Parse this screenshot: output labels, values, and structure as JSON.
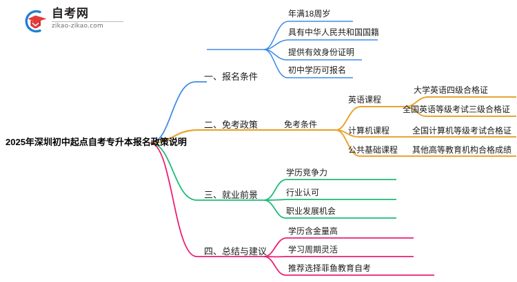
{
  "logo": {
    "name_cn": "自考网",
    "name_en": "zikao-zikao.com",
    "mark_icon": "graduation-cap-icon",
    "arc_color": "#1f7fd4",
    "cap_color": "#e23b3b"
  },
  "mindmap": {
    "root": {
      "label": "2025年深圳初中起点自考专升本报名政策说明"
    },
    "branches": [
      {
        "label": "一、报名条件",
        "color": "#3d8ce8",
        "children": [
          {
            "label": "年满18周岁"
          },
          {
            "label": "具有中华人民共和国国籍"
          },
          {
            "label": "提供有效身份证明"
          },
          {
            "label": "初中学历可报名"
          }
        ]
      },
      {
        "label": "二、免考政策",
        "color": "#e8a42d",
        "children": [
          {
            "label": "免考条件",
            "children": [
              {
                "label": "英语课程",
                "children": [
                  {
                    "label": "大学英语四级合格证"
                  },
                  {
                    "label": "全国英语等级考试三级合格证"
                  }
                ]
              },
              {
                "label": "计算机课程",
                "children": [
                  {
                    "label": "全国计算机等级考试合格证"
                  }
                ]
              },
              {
                "label": "公共基础课程",
                "children": [
                  {
                    "label": "其他高等教育机构合格成绩"
                  }
                ]
              }
            ]
          }
        ]
      },
      {
        "label": "三、就业前景",
        "color": "#1dba77",
        "children": [
          {
            "label": "学历竞争力"
          },
          {
            "label": "行业认可"
          },
          {
            "label": "职业发展机会"
          }
        ]
      },
      {
        "label": "四、总结与建议",
        "color": "#ed1c72",
        "children": [
          {
            "label": "学历含金量高"
          },
          {
            "label": "学习周期灵活"
          },
          {
            "label": "推荐选择菲鱼教育自考"
          }
        ]
      }
    ]
  }
}
